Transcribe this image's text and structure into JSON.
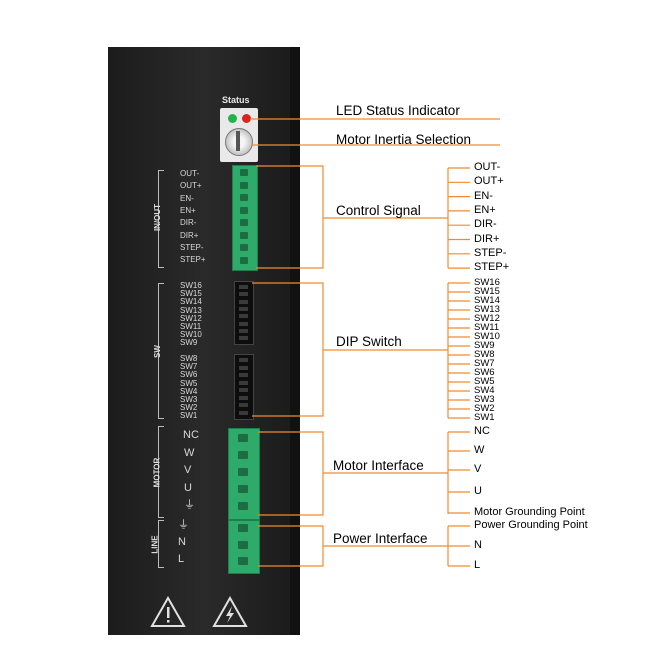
{
  "device": {
    "status_title": "Status",
    "io_group": "IN/OUT",
    "sw_group": "SW",
    "motor_group": "MOTOR",
    "line_group": "LINE",
    "io_labels": [
      "OUT-",
      "OUT+",
      "EN-",
      "EN+",
      "DIR-",
      "DIR+",
      "STEP-",
      "STEP+"
    ],
    "sw_labels_top": [
      "SW16",
      "SW15",
      "SW14",
      "SW13",
      "SW12",
      "SW11",
      "SW10",
      "SW9"
    ],
    "sw_labels_bottom": [
      "SW8",
      "SW7",
      "SW6",
      "SW5",
      "SW4",
      "SW3",
      "SW2",
      "SW1"
    ],
    "motor_labels": [
      "NC",
      "W",
      "V",
      "U",
      "⏚"
    ],
    "line_labels": [
      "⏚",
      "N",
      "L"
    ]
  },
  "callouts": {
    "led": "LED Status Indicator",
    "inertia": "Motor Inertia Selection",
    "control": "Control Signal",
    "dip": "DIP  Switch",
    "motor": "Motor Interface",
    "power": "Power  Interface"
  },
  "legend": {
    "control": [
      "OUT-",
      "OUT+",
      "EN-",
      "EN+",
      "DIR-",
      "DIR+",
      "STEP-",
      "STEP+"
    ],
    "dip": [
      "SW16",
      "SW15",
      "SW14",
      "SW13",
      "SW12",
      "SW11",
      "SW10",
      "SW9",
      "SW8",
      "SW7",
      "SW6",
      "SW5",
      "SW4",
      "SW3",
      "SW2",
      "SW1"
    ],
    "motor": [
      "NC",
      "W",
      "V",
      "U",
      "Motor  Grounding Point"
    ],
    "power": [
      "Power  Grounding Point",
      "N",
      "L"
    ]
  },
  "colors": {
    "line": "#f08c2e",
    "panel": "#222222",
    "terminal": "#2eaa6a",
    "led_green": "#22b34a",
    "led_red": "#d9241c"
  }
}
